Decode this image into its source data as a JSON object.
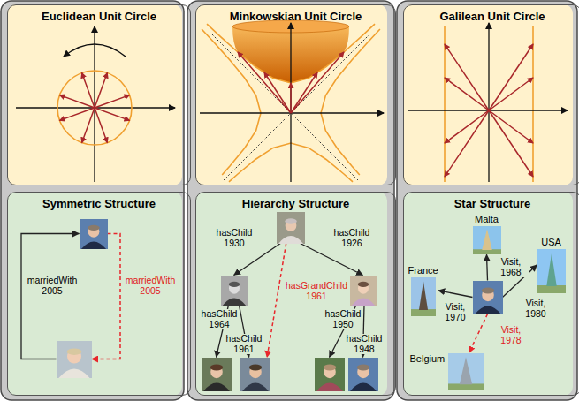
{
  "diagram": {
    "nodes": [
      {
        "text": [
          "Euclidean Unit Circle"
        ]
      },
      {
        "text": [
          "Symmetric Structure"
        ]
      },
      {
        "text": [],
        "in": 1
      },
      {
        "text": [],
        "in": 1
      },
      {
        "text": [
          "Minkowskian Unit Circle"
        ]
      },
      {
        "text": [
          "Hierarchy Structure"
        ]
      },
      {
        "text": [],
        "in": 5
      },
      {
        "text": [],
        "in": 5
      },
      {
        "text": [],
        "in": 5
      },
      {
        "text": [],
        "in": 5
      },
      {
        "text": [],
        "in": 5
      },
      {
        "text": [],
        "in": 5
      },
      {
        "text": [],
        "in": 5
      },
      {
        "text": [
          "Galilean Unit Circle"
        ]
      },
      {
        "text": [
          "Star Structure"
        ]
      },
      {
        "text": [
          "Malta"
        ],
        "in": 14
      },
      {
        "text": [
          "France"
        ],
        "in": 14
      },
      {
        "text": [],
        "in": 14
      },
      {
        "text": [
          "USA"
        ],
        "in": 14
      },
      {
        "text": [
          "Belgium"
        ],
        "in": 14
      }
    ],
    "edges": [
      {
        "from": 3,
        "to": 2,
        "arrow": "to",
        "label": "marriedWith 2005"
      },
      {
        "from": 2,
        "to": 3,
        "arrow": "to",
        "label": "marriedWith 2005"
      },
      {
        "from": 6,
        "to": 7,
        "arrow": "to",
        "label": "hasChild 1930"
      },
      {
        "from": 6,
        "to": 8,
        "arrow": "to",
        "label": "hasChild 1926"
      },
      {
        "from": 6,
        "to": 10,
        "arrow": "to",
        "label": "hasGrandChild 1961"
      },
      {
        "from": 7,
        "to": 9,
        "arrow": "to",
        "label": "hasChild 1964"
      },
      {
        "from": 7,
        "to": 10,
        "arrow": "to",
        "label": "hasChild 1961"
      },
      {
        "from": 8,
        "to": 11,
        "arrow": "to",
        "label": "hasChild 1950"
      },
      {
        "from": 8,
        "to": 12,
        "arrow": "to",
        "label": "hasChild 1948"
      },
      {
        "from": 17,
        "to": 15,
        "arrow": "to",
        "label": "Visit, 1968"
      },
      {
        "from": 17,
        "to": 16,
        "arrow": "to",
        "label": "Visit, 1970"
      },
      {
        "from": 17,
        "to": 18,
        "arrow": "to",
        "label": "Visit, 1980"
      },
      {
        "from": 17,
        "to": 19,
        "arrow": "to",
        "label": "Visit, 1978"
      }
    ]
  }
}
